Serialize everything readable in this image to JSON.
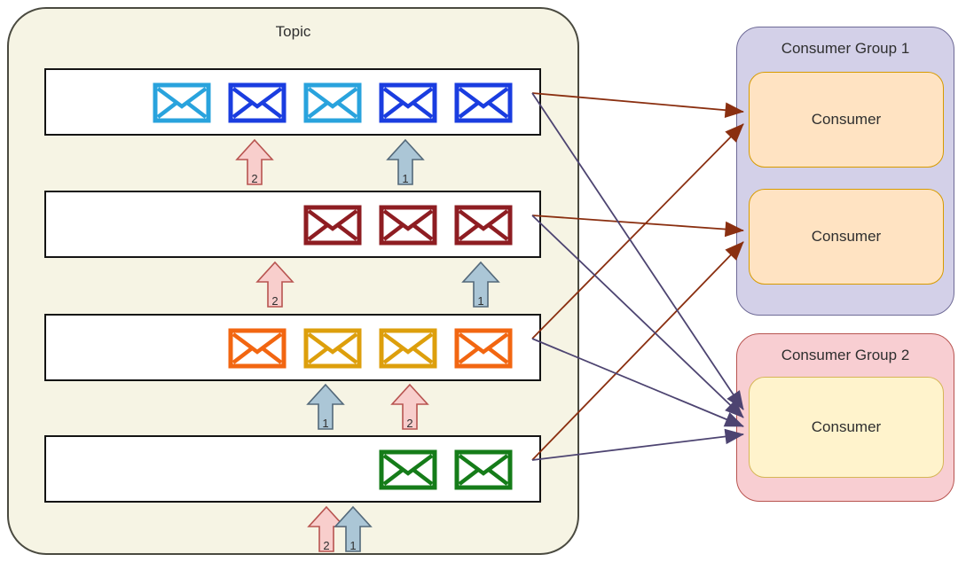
{
  "topic": {
    "label": "Topic",
    "partitions": [
      {
        "name": "partition-1",
        "envelopes": [
          "lightBlue",
          "blue",
          "lightBlue",
          "blue",
          "blue"
        ]
      },
      {
        "name": "partition-2",
        "envelopes": [
          "darkRed",
          "darkRed",
          "darkRed"
        ]
      },
      {
        "name": "partition-3",
        "envelopes": [
          "orange",
          "gold",
          "gold",
          "orange"
        ]
      },
      {
        "name": "partition-4",
        "envelopes": [
          "green",
          "green"
        ]
      }
    ],
    "producer_arrows": [
      {
        "position": "between-partition-1-and-2",
        "arrows": [
          {
            "label": "2",
            "style": "pink"
          },
          {
            "label": "1",
            "style": "slate"
          }
        ]
      },
      {
        "position": "between-partition-2-and-3",
        "arrows": [
          {
            "label": "2",
            "style": "pink"
          },
          {
            "label": "1",
            "style": "slate"
          }
        ]
      },
      {
        "position": "between-partition-3-and-4",
        "arrows": [
          {
            "label": "1",
            "style": "slate"
          },
          {
            "label": "2",
            "style": "pink"
          }
        ]
      },
      {
        "position": "below-partition-4",
        "arrows": [
          {
            "label": "2",
            "style": "pink"
          },
          {
            "label": "1",
            "style": "slate"
          }
        ]
      }
    ]
  },
  "groups": [
    {
      "label": "Consumer Group 1",
      "consumers": [
        {
          "id": "g1c1",
          "label": "Consumer"
        },
        {
          "id": "g1c2",
          "label": "Consumer"
        }
      ]
    },
    {
      "label": "Consumer Group 2",
      "consumers": [
        {
          "id": "g2c1",
          "label": "Consumer"
        }
      ]
    }
  ],
  "connections": [
    {
      "from": "partition-1",
      "to": "g1c1",
      "color": "brown"
    },
    {
      "from": "partition-3",
      "to": "g1c1",
      "color": "brown"
    },
    {
      "from": "partition-2",
      "to": "g1c2",
      "color": "brown"
    },
    {
      "from": "partition-4",
      "to": "g1c2",
      "color": "brown"
    },
    {
      "from": "partition-1",
      "to": "g2c1",
      "color": "purple"
    },
    {
      "from": "partition-2",
      "to": "g2c1",
      "color": "purple"
    },
    {
      "from": "partition-3",
      "to": "g2c1",
      "color": "purple"
    },
    {
      "from": "partition-4",
      "to": "g2c1",
      "color": "purple"
    }
  ],
  "colors": {
    "envelope": {
      "lightBlue": "#29a3dd",
      "blue": "#1a3de0",
      "darkRed": "#8e1d22",
      "orange": "#f26611",
      "gold": "#dd9f0c",
      "green": "#157c19"
    },
    "edge": {
      "brown": "#8a2f10",
      "purple": "#4d4471"
    },
    "arrow": {
      "pink": {
        "fill": "#f8cecc",
        "stroke": "#b85450"
      },
      "slate": {
        "fill": "#abc6d6",
        "stroke": "#54697a"
      }
    },
    "boxes": {
      "topic": {
        "fill": "#f6f4e4",
        "stroke": "#4a4a40"
      },
      "partition": {
        "fill": "#ffffff",
        "stroke": "#141414"
      },
      "group1": {
        "fill": "#d3d0e8",
        "stroke": "#6e6a96"
      },
      "group2": {
        "fill": "#f8ced2",
        "stroke": "#b85450"
      },
      "consumer_peach": {
        "fill": "#ffe3c2",
        "stroke": "#d79b00"
      },
      "consumer_yellow": {
        "fill": "#fff3cc",
        "stroke": "#d6b656"
      }
    }
  }
}
